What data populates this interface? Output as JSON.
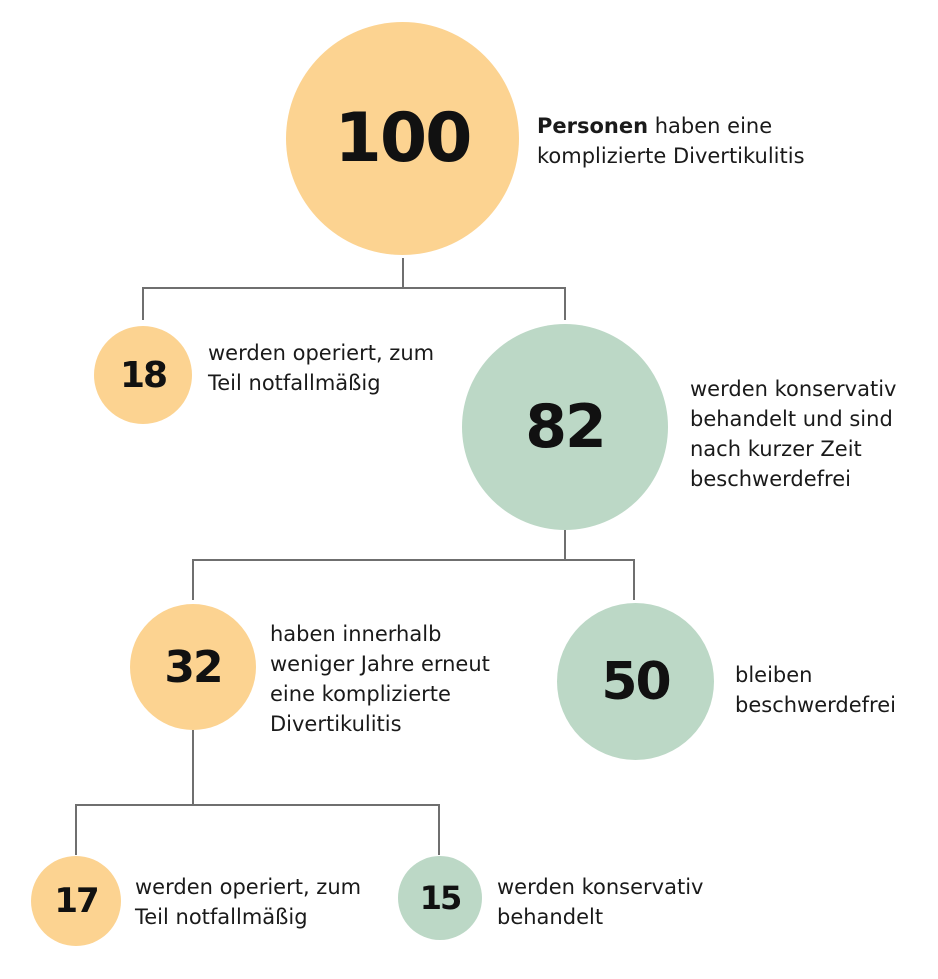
{
  "colors": {
    "orange": "#fcd391",
    "green": "#bcd8c6",
    "connector": "#6f6f6f"
  },
  "nodes": {
    "root": {
      "value": "100",
      "label_bold": "Personen",
      "label_rest": " haben eine",
      "label_line2": "komplizierte Divertikulitis"
    },
    "operated": {
      "value": "18",
      "lines": [
        "werden operiert, zum",
        "Teil notfallmäßig"
      ]
    },
    "conservative": {
      "value": "82",
      "lines": [
        "werden konservativ",
        "behandelt und sind",
        "nach kurzer Zeit",
        "beschwerdefrei"
      ]
    },
    "recurrence": {
      "value": "32",
      "lines": [
        "haben innerhalb",
        "weniger Jahre erneut",
        "eine komplizierte",
        "Divertikulitis"
      ]
    },
    "free": {
      "value": "50",
      "lines": [
        "bleiben",
        "beschwerdefrei"
      ]
    },
    "operated2": {
      "value": "17",
      "lines": [
        "werden operiert, zum",
        "Teil notfallmäßig"
      ]
    },
    "conservative2": {
      "value": "15",
      "lines": [
        "werden konservativ",
        "behandelt"
      ]
    }
  }
}
